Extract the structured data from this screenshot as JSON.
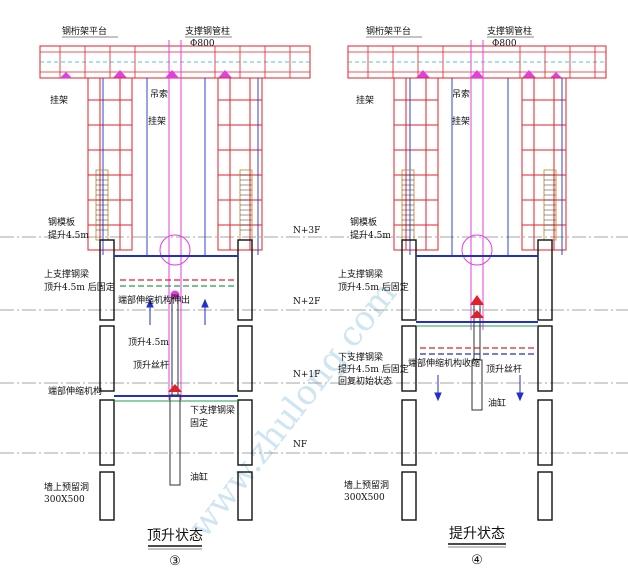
{
  "left": {
    "label_platform": "钢桁架平台",
    "label_column": "支撑钢管柱",
    "label_column_dia": "Φ800",
    "label_hanger": "挂架",
    "label_sling": "吊索",
    "label_hanger2": "挂架",
    "label_formwork": "钢模板",
    "label_formwork_lift": "提升4.5m",
    "label_upper_beam": "上支撑钢梁",
    "label_upper_beam_note": "顶升4.5m  后固定",
    "label_end_mech": "端部伸缩机构伸出",
    "label_lift_dist": "顶升4.5m",
    "label_screw": "顶升丝杆",
    "label_end_mech2": "端部伸缩机构",
    "label_lower_beam": "下支撑钢梁",
    "label_lower_beam_note": "固定",
    "label_cylinder": "油缸",
    "label_wall_hole": "墙上预留洞",
    "label_wall_hole_size": "300X500",
    "title": "顶升状态",
    "number": "③"
  },
  "right": {
    "label_platform": "钢桁架平台",
    "label_column": "支撑钢管柱",
    "label_column_dia": "Φ800",
    "label_hanger": "挂架",
    "label_sling": "吊索",
    "label_hanger2": "挂架",
    "label_formwork": "钢模板",
    "label_formwork_lift": "提升4.5m",
    "label_upper_beam": "上支撑钢梁",
    "label_upper_beam_note": "顶升4.5m  后固定",
    "label_lower_beam": "下支撑钢梁",
    "label_lower_beam_note": "提升4.5m 后固定",
    "label_lower_beam_note2": "回复初始状态",
    "label_end_mech": "端部伸缩机构收缩",
    "label_screw": "顶升丝杆",
    "label_cylinder": "油缸",
    "label_wall_hole": "墙上预留洞",
    "label_wall_hole_size": "300X500",
    "title": "提升状态",
    "number": "④"
  },
  "levels": {
    "n3": "N+3F",
    "n2": "N+2F",
    "n1": "N+1F",
    "n0": "NF"
  },
  "watermark": "www.zhulong.com",
  "colors": {
    "red": "#e0202a",
    "magenta": "#e040e0",
    "blue": "#2030c8",
    "black": "#111111",
    "green": "#20a050",
    "cyan": "#20b0c0",
    "watermark": "#cfe6f2"
  }
}
